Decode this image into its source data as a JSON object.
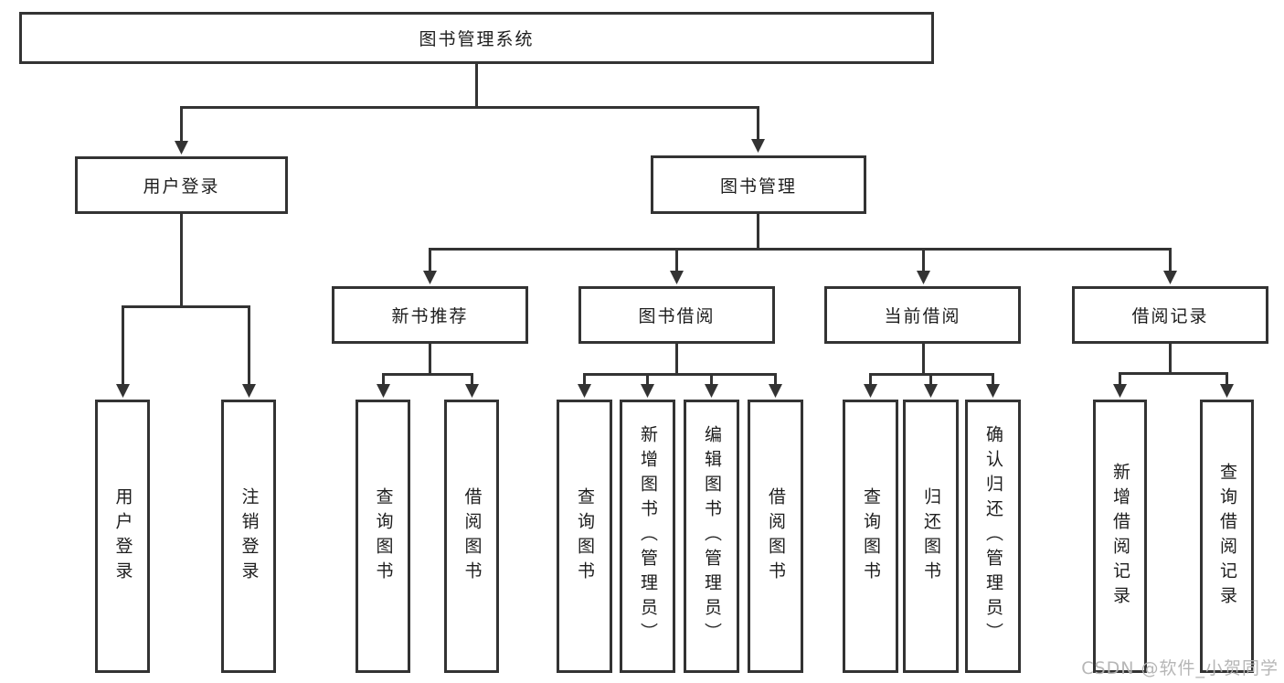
{
  "nodes": {
    "root": "图书管理系统",
    "user_login": "用户登录",
    "book_mgmt": "图书管理",
    "new_book_rec": "新书推荐",
    "book_borrow": "图书借阅",
    "current_borrow": "当前借阅",
    "borrow_record": "借阅记录",
    "leaf_user_login": "用户登录",
    "leaf_logout": "注销登录",
    "rec_query": "查询图书",
    "rec_borrow": "借阅图书",
    "bb_query": "查询图书",
    "bb_add": "新增图书（管理员）",
    "bb_edit": "编辑图书（管理员）",
    "bb_borrow": "借阅图书",
    "cb_query": "查询图书",
    "cb_return": "归还图书",
    "cb_confirm": "确认归还（管理员）",
    "br_add": "新增借阅记录",
    "br_query": "查询借阅记录"
  },
  "watermark": "CSDN @软件_小贺同学",
  "colors": {
    "line": "#333333",
    "text": "#1d1d1d",
    "watermark": "#b2b2b2",
    "background": "#ffffff"
  }
}
